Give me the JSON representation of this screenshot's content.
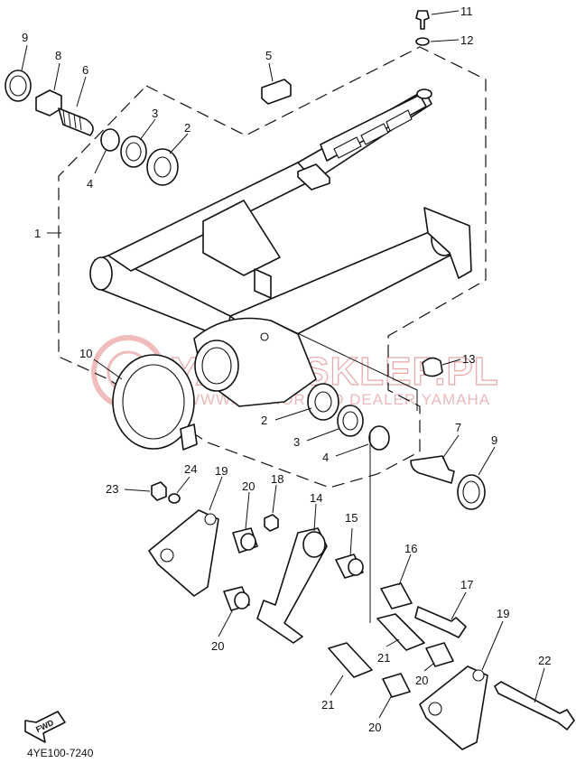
{
  "diagram_code": "4YE100-7240",
  "watermark": {
    "title": "YAMA-SKLEP.PL",
    "subtitle": "WWW.AUTHORIZED DEALER YAMAHA"
  },
  "fwd_label": "FWD",
  "callouts": {
    "c1": "1",
    "c2a": "2",
    "c2b": "2",
    "c3a": "3",
    "c3b": "3",
    "c4a": "4",
    "c4b": "4",
    "c5": "5",
    "c6": "6",
    "c7": "7",
    "c8": "8",
    "c9a": "9",
    "c9b": "9",
    "c10": "10",
    "c11": "11",
    "c12": "12",
    "c13": "13",
    "c14": "14",
    "c15": "15",
    "c16": "16",
    "c17": "17",
    "c18": "18",
    "c19a": "19",
    "c19b": "19",
    "c20a": "20",
    "c20b": "20",
    "c20c": "20",
    "c20d": "20",
    "c21a": "21",
    "c21b": "21",
    "c22": "22",
    "c23": "23",
    "c24": "24"
  },
  "colors": {
    "line": "#111111",
    "watermark": "#e9a7a7"
  }
}
